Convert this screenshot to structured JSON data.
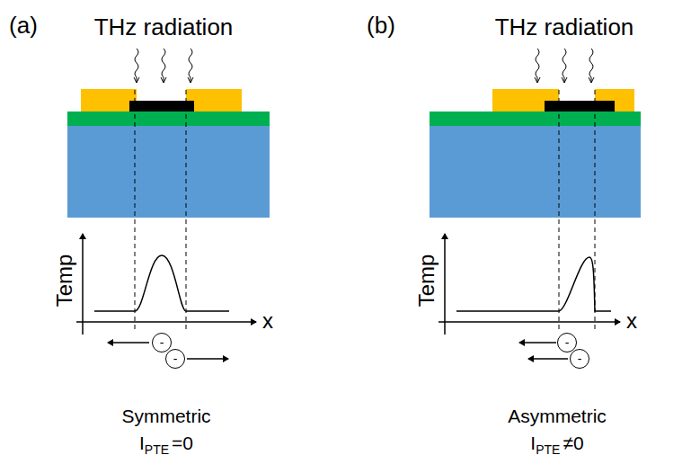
{
  "diagram": {
    "nodes": [
      {
        "text": [
          "-"
        ]
      },
      {
        "text": [
          "-"
        ]
      },
      {
        "text": [
          "-"
        ]
      },
      {
        "text": [
          "-"
        ]
      }
    ],
    "labels": [
      "(a)",
      "THz radiation",
      "Temp",
      "x",
      "Symmetric",
      "I",
      "PTE",
      "=0",
      "(b)",
      "THz radiation",
      "Temp",
      "x",
      "Asymmetric",
      "I",
      "PTE",
      "≠0"
    ]
  }
}
